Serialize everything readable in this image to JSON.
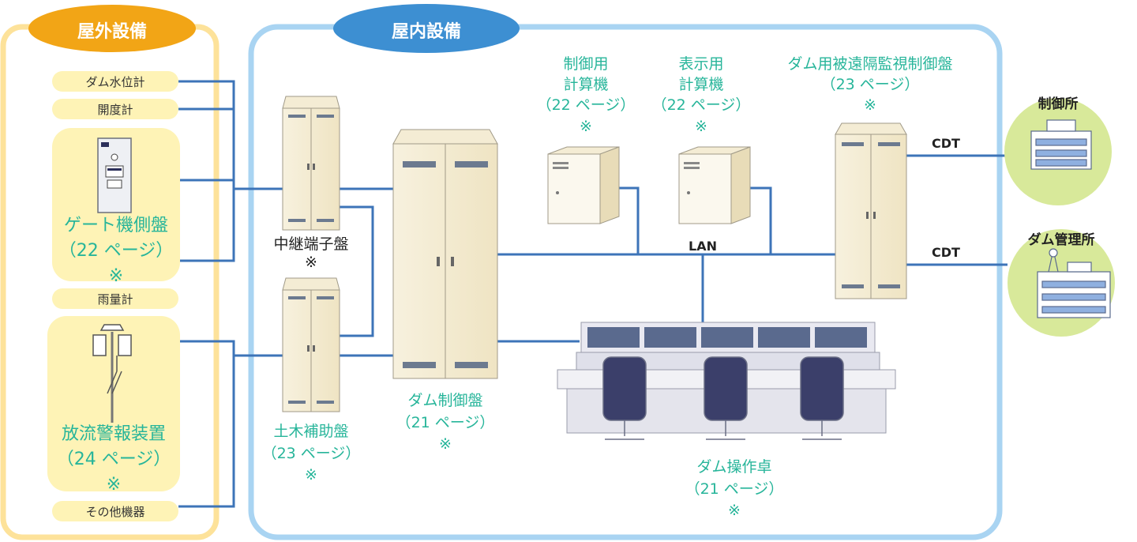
{
  "outdoor": {
    "title": "屋外設備",
    "items": {
      "water_level": "ダム水位計",
      "opening": "開度計",
      "gate_name": "ゲート機側盤",
      "gate_page": "（22 ページ）",
      "rain": "雨量計",
      "alarm_name": "放流警報装置",
      "alarm_page": "（24 ページ）",
      "other": "その他機器"
    }
  },
  "indoor": {
    "title": "屋内設備",
    "relay": "中継端子盤",
    "civil_name": "土木補助盤",
    "civil_page": "（23 ページ）",
    "dam_panel_name": "ダム制御盤",
    "dam_panel_page": "（21 ページ）",
    "control_pc_1": "制御用",
    "control_pc_2": "計算機",
    "control_pc_page": "（22 ページ）",
    "display_pc_1": "表示用",
    "display_pc_2": "計算機",
    "display_pc_page": "（22 ページ）",
    "remote_name": "ダム用被遠隔監視制御盤",
    "remote_page": "（23 ページ）",
    "console_name": "ダム操作卓",
    "console_page": "（21 ページ）",
    "lan": "LAN"
  },
  "external": {
    "control_office": "制御所",
    "management_office": "ダム管理所",
    "cdt": "CDT"
  },
  "mark": "※",
  "colors": {
    "outdoor_frame": "#fde29a",
    "outdoor_pill": "#fef3b6",
    "outdoor_title_bg": "#f2a516",
    "indoor_frame": "#a9d4f2",
    "indoor_title_bg": "#3d8fd2",
    "line": "#3d74b8",
    "circle": "#d8e99a",
    "text_green": "#27b59a"
  }
}
